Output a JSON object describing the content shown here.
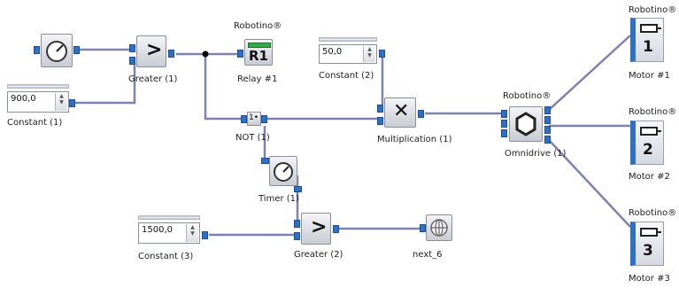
{
  "blocks": {
    "constant1": {
      "label": "Constant (1)",
      "value": "900,0"
    },
    "constant2": {
      "label": "Constant (2)",
      "value": "50,0"
    },
    "constant3": {
      "label": "Constant (3)",
      "value": "1500,0"
    },
    "greater1": {
      "label": "Greater (1)",
      "symbol": ">"
    },
    "greater2": {
      "label": "Greater (2)",
      "symbol": ">"
    },
    "relay1": {
      "brand": "Robotino®",
      "label": "Relay #1",
      "text": "R1"
    },
    "not1": {
      "label": "NOT (1)",
      "text": "1•"
    },
    "multiplication1": {
      "label": "Multiplication (1)",
      "symbol": "✕"
    },
    "timer1": {
      "label": "Timer (1)"
    },
    "omnidrive1": {
      "brand": "Robotino®",
      "label": "Omnidrive (1)"
    },
    "motor1": {
      "brand": "Robotino®",
      "label": "Motor #1",
      "number": "1"
    },
    "motor2": {
      "brand": "Robotino®",
      "label": "Motor #2",
      "number": "2"
    },
    "motor3": {
      "brand": "Robotino®",
      "label": "Motor #3",
      "number": "3"
    },
    "next6": {
      "label": "next_6"
    }
  },
  "colors": {
    "wire": "#7d82b0",
    "port": "#2f6fc4",
    "junction": "#000000"
  },
  "icons": {
    "sensor": "gauge-icon",
    "timer": "stopwatch-icon",
    "relay": "relay-icon",
    "omnidrive": "omnidrive-icon",
    "motor": "motor-icon",
    "network": "globe-icon"
  }
}
